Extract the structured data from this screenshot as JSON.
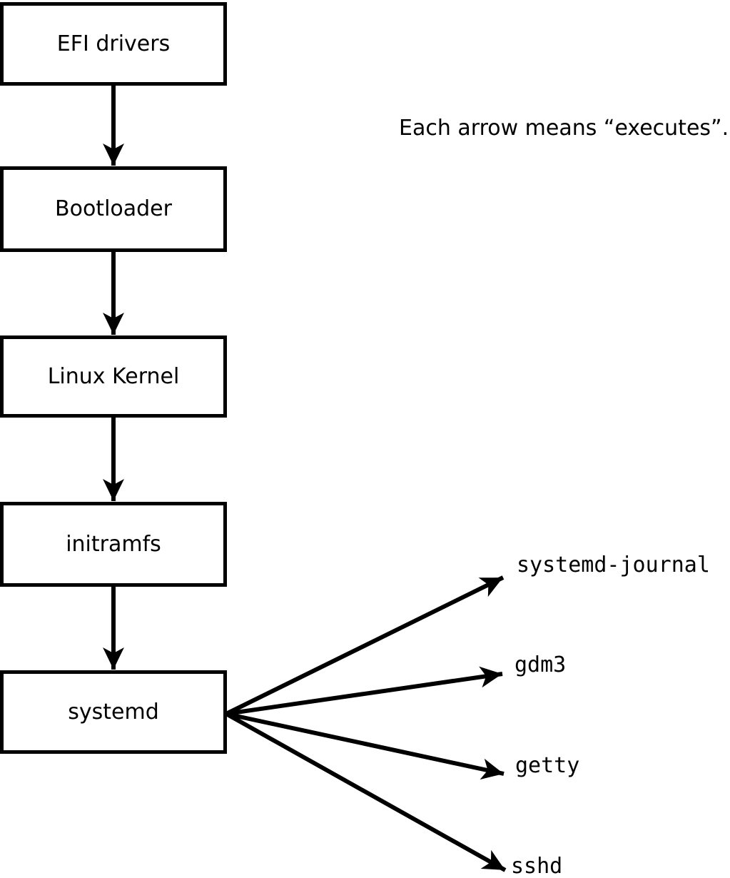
{
  "diagram": {
    "note": "Each arrow means “executes”.",
    "chain": [
      {
        "id": "efi-drivers",
        "label": "EFI drivers"
      },
      {
        "id": "bootloader",
        "label": "Bootloader"
      },
      {
        "id": "linux-kernel",
        "label": "Linux Kernel"
      },
      {
        "id": "initramfs",
        "label": "initramfs"
      },
      {
        "id": "systemd",
        "label": "systemd"
      }
    ],
    "spawned": [
      {
        "id": "systemd-journal",
        "label": "systemd-journal"
      },
      {
        "id": "gdm3",
        "label": "gdm3"
      },
      {
        "id": "getty",
        "label": "getty"
      },
      {
        "id": "sshd",
        "label": "sshd"
      }
    ],
    "colors": {
      "stroke": "#000000",
      "background": "#ffffff"
    }
  }
}
